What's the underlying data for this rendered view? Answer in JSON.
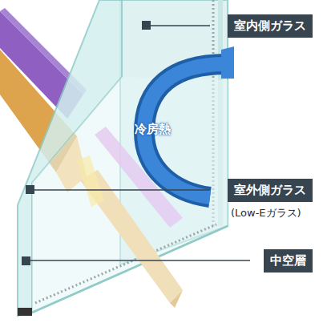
{
  "diagram": {
    "nodes": [
      {
        "text": [
          "室内側ガラス"
        ]
      },
      {
        "text": [
          "室外側ガラス",
          "(Low-Eガラス)"
        ]
      },
      {
        "text": [
          "中空層"
        ]
      }
    ],
    "labels": [
      "冷房熱"
    ]
  }
}
